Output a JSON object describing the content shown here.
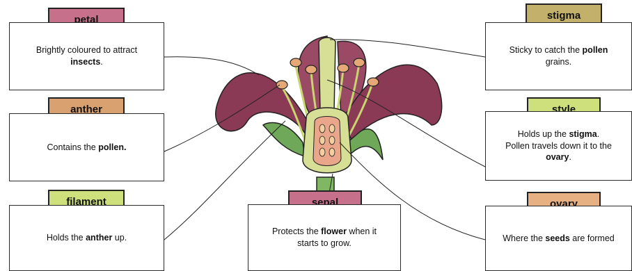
{
  "labels": {
    "petal": {
      "title": "petal",
      "line1": "Brightly coloured to attract",
      "line2_bold": "insects",
      "line2_end": "."
    },
    "anther": {
      "title": "anther",
      "pre": "Contains the ",
      "bold": "pollen."
    },
    "filament": {
      "title": "filament",
      "pre": "Holds the ",
      "bold": "anther",
      "post": " up."
    },
    "sepal": {
      "title": "sepal",
      "pre": "Protects the ",
      "bold": "flower",
      "post": " when it",
      "line2": "starts to grow."
    },
    "stigma": {
      "title": "stigma",
      "pre": "Sticky to catch the ",
      "bold": "pollen",
      "line2": "grains."
    },
    "style": {
      "title": "style",
      "pre": "Holds up the ",
      "bold": "stigma",
      "post": ".",
      "line2": "Pollen travels down it to the",
      "bold2": "ovary",
      "post2": "."
    },
    "ovary": {
      "title": "ovary",
      "pre": "Where the ",
      "bold": "seeds",
      "post": " are formed"
    }
  },
  "colors": {
    "petal_tag": "#c7708c",
    "stigma_tag": "#c3b06a",
    "anther_tag": "#d9a070",
    "filament_tag": "#cde07c",
    "style_tag": "#cde07c",
    "sepal_tag": "#c7708c",
    "ovary_tag": "#e7b083",
    "petal_fill": "#8a3a55",
    "sepal_fill": "#6fa858",
    "pistil_fill": "#d6df95",
    "ovary_fill": "#e9a68a"
  }
}
